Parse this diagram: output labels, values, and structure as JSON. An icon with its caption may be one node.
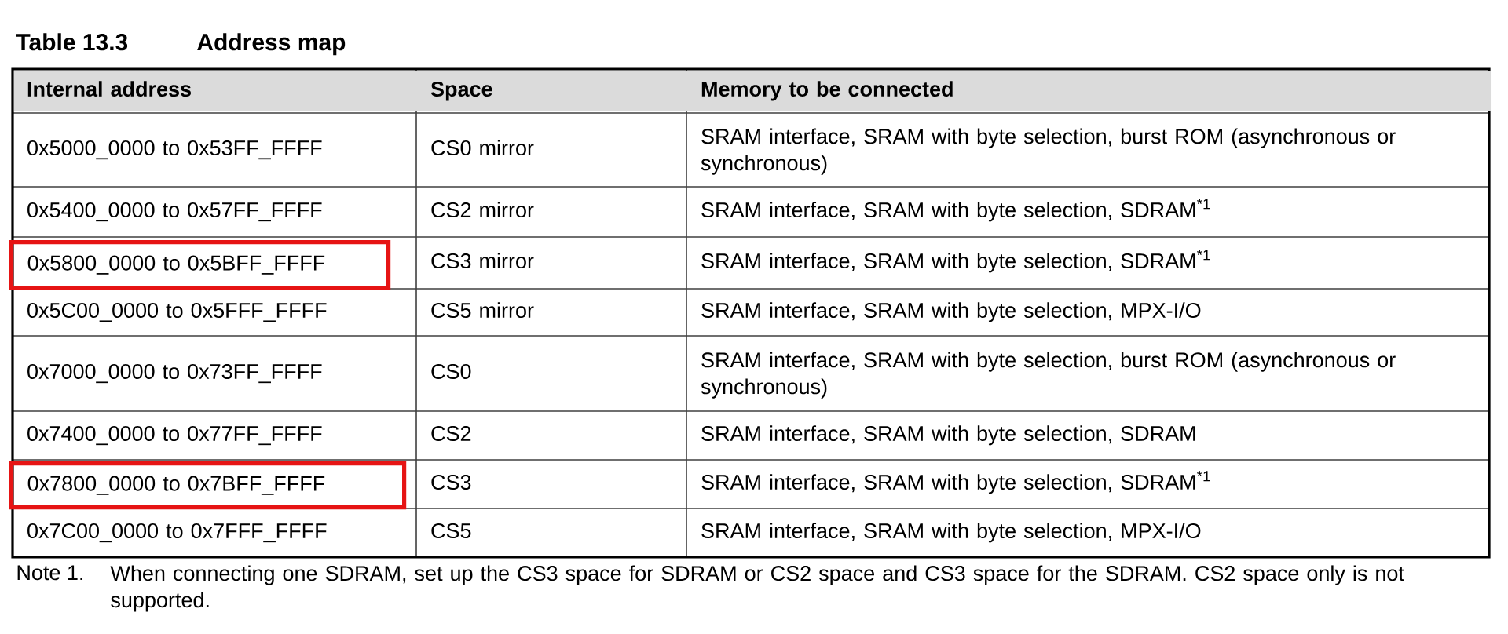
{
  "diagram": {
    "title": "Address map",
    "nodes": [
      {
        "text": [
          "0x5800_0000 to 0x5BFF_FFFF"
        ]
      },
      {
        "text": [
          "0x7800_0000 to 0x7BFF_FFFF"
        ]
      }
    ],
    "labels": [
      "Table 13.3",
      "Internal address",
      "Space",
      "Memory to be connected",
      "0x5000_0000 to 0x53FF_FFFF",
      "CS0 mirror",
      "SRAM interface, SRAM with byte selection, burst ROM (asynchronous or synchronous)",
      "0x5400_0000 to 0x57FF_FFFF",
      "CS2 mirror",
      "SRAM interface, SRAM with byte selection, SDRAM$^{*1}$",
      "CS3 mirror",
      "SRAM interface, SRAM with byte selection, SDRAM$^{*1}$",
      "0x5C00_0000 to 0x5FFF_FFFF",
      "CS5 mirror",
      "SRAM interface, SRAM with byte selection, MPX-I/O",
      "0x7000_0000 to 0x73FF_FFFF",
      "CS0",
      "SRAM interface, SRAM with byte selection, burst ROM (asynchronous or synchronous)",
      "0x7400_0000 to 0x77FF_FFFF",
      "CS2",
      "SRAM interface, SRAM with byte selection, SDRAM",
      "CS3",
      "SRAM interface, SRAM with byte selection, SDRAM$^{*1}$",
      "0x7C00_0000 to 0x7FFF_FFFF",
      "CS5",
      "SRAM interface, SRAM with byte selection, MPX-I/O",
      "Note 1.",
      "When connecting one SDRAM, set up the CS3 space for SDRAM or CS2 space and CS3 space for the SDRAM. CS2 space only is not supported."
    ]
  }
}
